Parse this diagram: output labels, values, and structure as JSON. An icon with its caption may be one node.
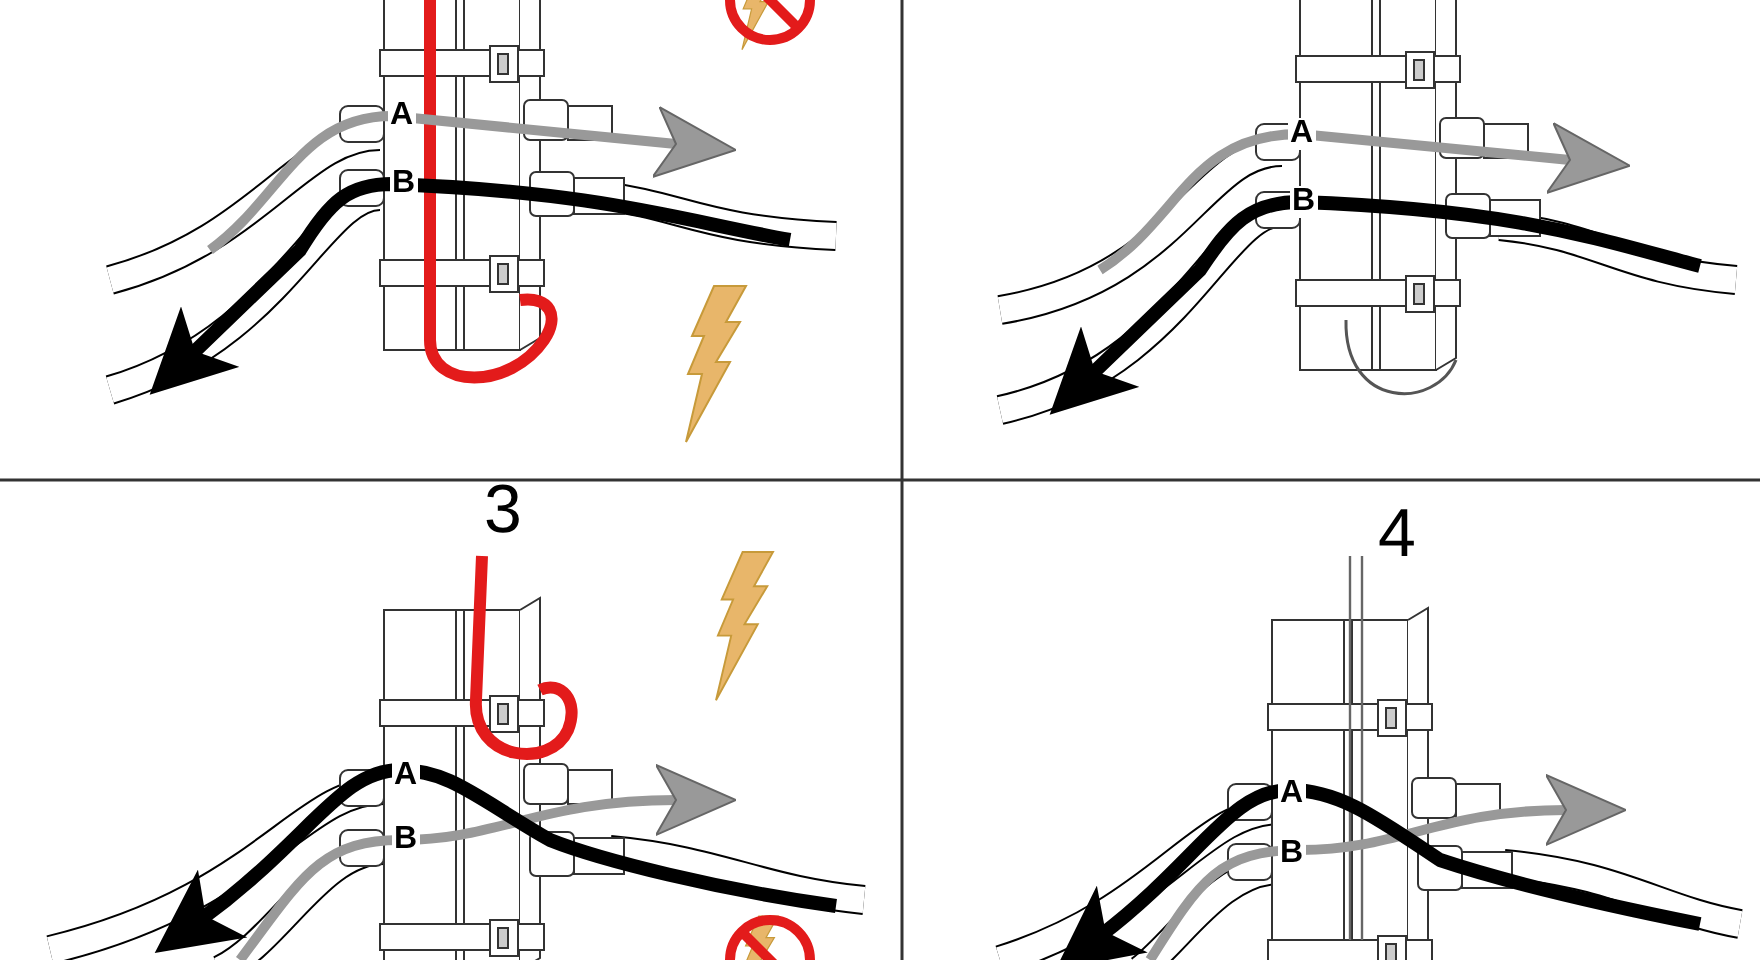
{
  "diagram": {
    "labels": [
      "A",
      "B",
      "A",
      "B",
      "3",
      "A",
      "B",
      "4",
      "A",
      "B"
    ]
  }
}
